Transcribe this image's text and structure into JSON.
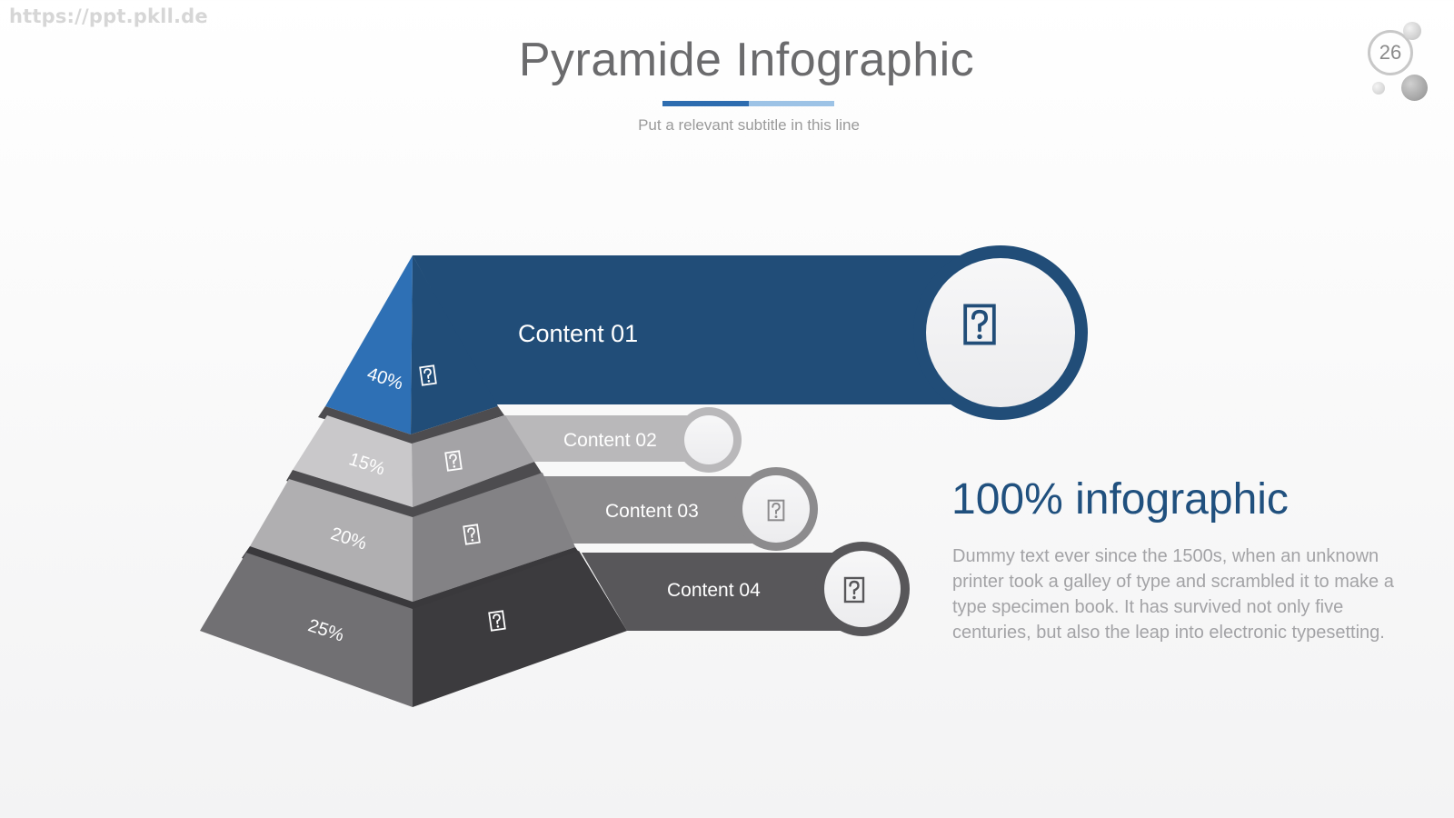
{
  "watermark": "https://ppt.pkll.de",
  "title": "Pyramide Infographic",
  "subtitle": "Put a relevant subtitle in this line",
  "page_number": "26",
  "colors": {
    "blue_dark": "#214d78",
    "blue_light": "#2e70b5",
    "gray_light": "#b9b8ba",
    "gray_mid": "#8c8b8d",
    "gray_dark": "#58575a",
    "underline_dark": "#2e6db0",
    "underline_light": "#9dc3e6"
  },
  "pyramid": {
    "levels": [
      {
        "label": "Content 01",
        "percent": "40%",
        "icon": "placeholder-image-icon"
      },
      {
        "label": "Content 02",
        "percent": "15%",
        "icon": "placeholder-image-icon"
      },
      {
        "label": "Content 03",
        "percent": "20%",
        "icon": "placeholder-image-icon"
      },
      {
        "label": "Content 04",
        "percent": "25%",
        "icon": "placeholder-image-icon"
      }
    ]
  },
  "info": {
    "heading": "100% infographic",
    "body": "Dummy text ever since the 1500s, when an unknown printer took a galley of type and scrambled it to make a type specimen book. It has survived not only five centuries, but also the leap into electronic typesetting."
  }
}
